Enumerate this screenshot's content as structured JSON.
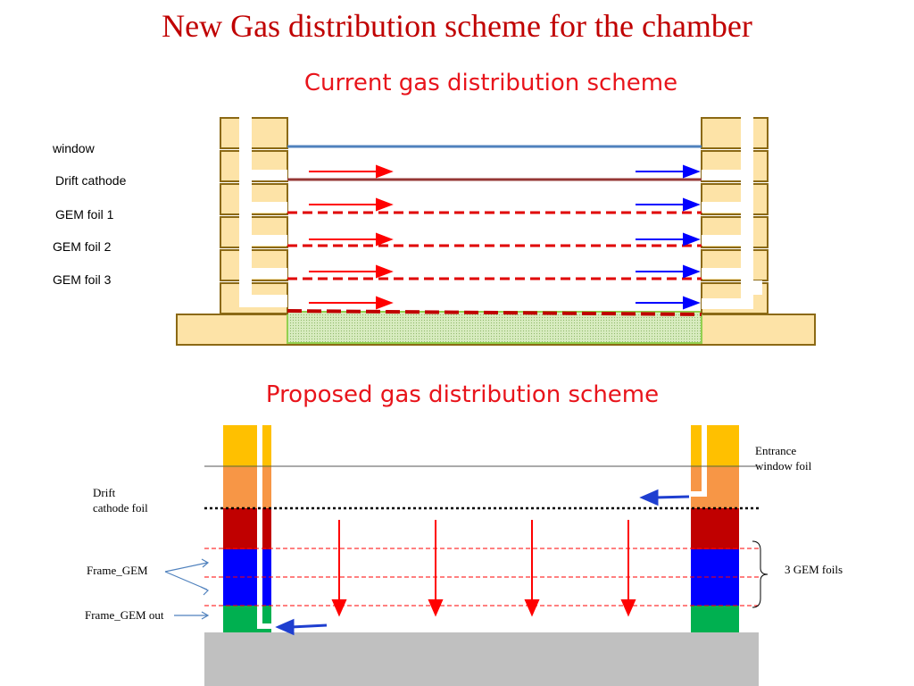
{
  "title": "New Gas distribution scheme for the chamber",
  "current": {
    "heading": "Current gas distribution scheme",
    "labels": [
      "window",
      "Drift cathode",
      "GEM foil 1",
      "GEM foil 2",
      "GEM foil 3"
    ]
  },
  "proposed": {
    "heading": "Proposed gas distribution scheme",
    "labels": {
      "drift": [
        "Drift",
        "cathode foil"
      ],
      "frame_gem": "Frame_GEM",
      "frame_gem_out": "Frame_GEM out",
      "entrance": [
        "Entrance",
        "window foil"
      ],
      "gem_foils": "3 GEM foils"
    }
  },
  "colors": {
    "title": "#c00000",
    "heading": "#e8141b",
    "frame_fill": "#fde3a7",
    "frame_stroke": "#8b6914",
    "window_line": "#4f81bd",
    "cathode_line": "#953735",
    "foil_dash": "#e00000",
    "bottom_dash": "#c00000",
    "arrow_in": "#ff0000",
    "arrow_out": "#0000ff",
    "readout_fill": "#d8ecc0",
    "readout_stroke": "#92d050",
    "layer_yellow": "#ffc000",
    "layer_orange": "#f79646",
    "layer_red": "#c00000",
    "layer_blue": "#0000ff",
    "layer_green": "#00b050",
    "base_gray": "#c0c0c0",
    "callout": "#4f81bd"
  }
}
